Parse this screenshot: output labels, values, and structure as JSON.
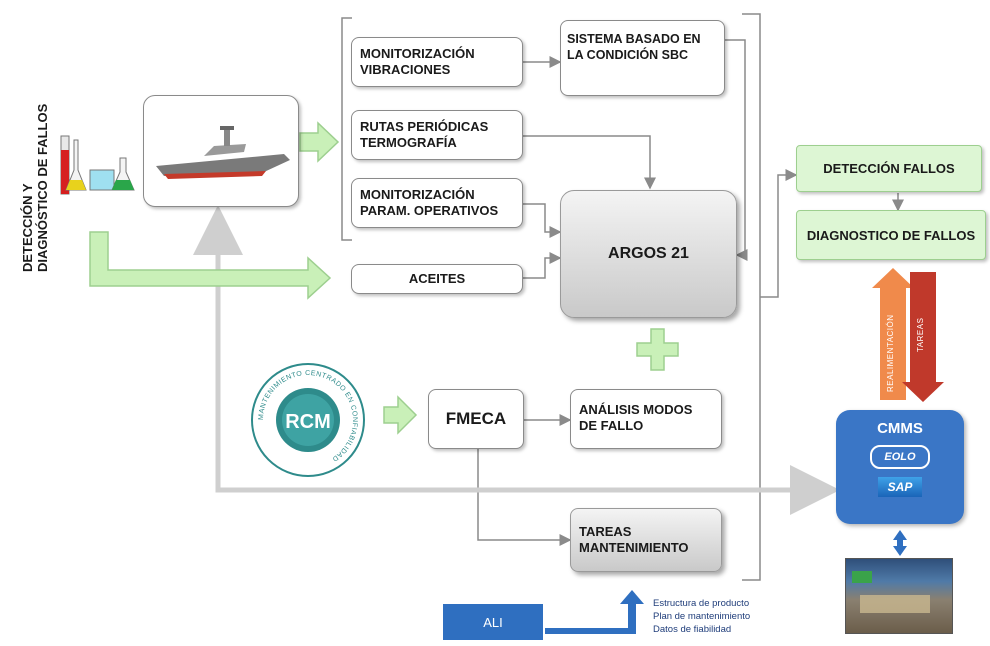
{
  "side_title": [
    "DETECCIÓN Y",
    "DIAGNÓSTICO DE FALLOS"
  ],
  "inputs": {
    "vibraciones": [
      "MONITORIZACIÓN",
      "VIBRACIONES"
    ],
    "termografia": [
      "RUTAS PERIÓDICAS",
      "TERMOGRAFÍA"
    ],
    "param": [
      "MONITORIZACIÓN",
      "PARAM. OPERATIVOS"
    ],
    "aceites": "ACEITES"
  },
  "sbc": [
    "SISTEMA BASADO EN",
    "LA CONDICIÓN  SBC"
  ],
  "argos": "ARGOS 21",
  "fmeca": "FMECA",
  "analisis": [
    "ANÁLISIS MODOS",
    "DE FALLO"
  ],
  "tareas_mant": [
    "TAREAS",
    "MANTENIMIENTO"
  ],
  "deteccion": "DETECCIÓN FALLOS",
  "diagnostico": "DIAGNOSTICO  DE FALLOS",
  "realimentacion": "REALIMENTACIÓN",
  "tareas": "TAREAS",
  "cmms": {
    "title": "CMMS",
    "eolo": "EOLO",
    "sap": "SAP"
  },
  "rcm": {
    "center": "RCM",
    "ring": "MANTENIMIENTO CENTRADO EN CONFIABILIDAD"
  },
  "ali": "ALI",
  "notes": [
    "Estructura de producto",
    "Plan de mantenimiento",
    "Datos de fiabilidad"
  ],
  "colors": {
    "green_fill": "#ddf6d4",
    "green_arrow": "#c9f0b8",
    "cmms_blue": "#3a76c6",
    "ali_blue": "#2f6fc0",
    "rcm_teal": "#2e8b8b",
    "orange": "#f08a4b",
    "red": "#c0392b"
  }
}
